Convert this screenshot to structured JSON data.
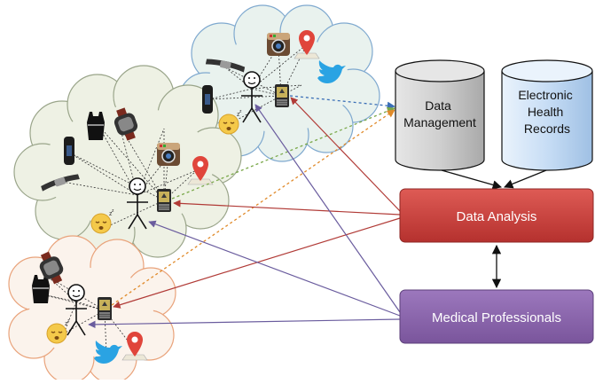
{
  "nodes": {
    "data_management": {
      "lines": [
        "Data",
        "Management"
      ],
      "color": "#c9c9c9"
    },
    "ehr": {
      "lines": [
        "Electronic",
        "Health",
        "Records"
      ],
      "color": "#c7ddf5"
    },
    "data_analysis": {
      "label": "Data Analysis",
      "color": "#c9403c"
    },
    "medical_professionals": {
      "label": "Medical Professionals",
      "color": "#8a62ab"
    }
  },
  "clouds": [
    {
      "fill": "#e9f2ee",
      "stroke": "#7fa9cf"
    },
    {
      "fill": "#eef1e4",
      "stroke": "#9aa58a"
    },
    {
      "fill": "#fbf3ec",
      "stroke": "#e9a37b"
    }
  ],
  "connection_colors": {
    "analysis": "#b13b37",
    "professionals": "#6a5c9e",
    "upload_blue": "#3b6fb6",
    "upload_green": "#7aa84a",
    "upload_orange": "#e08a2a"
  },
  "icons": [
    "stick-figure-icon",
    "smartphone-icon",
    "smartwatch-icon",
    "fitness-band-icon",
    "chest-strap-icon",
    "smart-shirt-icon",
    "instagram-icon",
    "twitter-bird-icon",
    "map-pin-icon",
    "sleep-emoji-icon"
  ]
}
